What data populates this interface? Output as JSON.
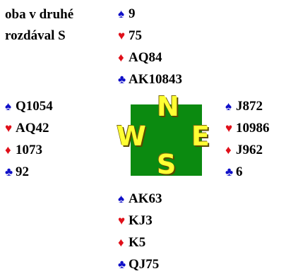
{
  "info": {
    "line1": "oba v druhé",
    "line2": "rozdával S"
  },
  "suit_symbols": {
    "spades": "♠",
    "hearts": "♥",
    "diamonds": "♦",
    "clubs": "♣"
  },
  "colors": {
    "black_suits": "#1010c8",
    "red_suits": "#e0101a",
    "compass_square": "#0b8a10",
    "compass_letters": "#ffff33"
  },
  "compass": {
    "n": "N",
    "s": "S",
    "w": "W",
    "e": "E"
  },
  "hands": {
    "north": {
      "spades": "9",
      "hearts": "75",
      "diamonds": "AQ84",
      "clubs": "AK10843"
    },
    "west": {
      "spades": "Q1054",
      "hearts": "AQ42",
      "diamonds": "1073",
      "clubs": "92"
    },
    "east": {
      "spades": "J872",
      "hearts": "10986",
      "diamonds": "J962",
      "clubs": "6"
    },
    "south": {
      "spades": "AK63",
      "hearts": "KJ3",
      "diamonds": "K5",
      "clubs": "QJ75"
    }
  }
}
